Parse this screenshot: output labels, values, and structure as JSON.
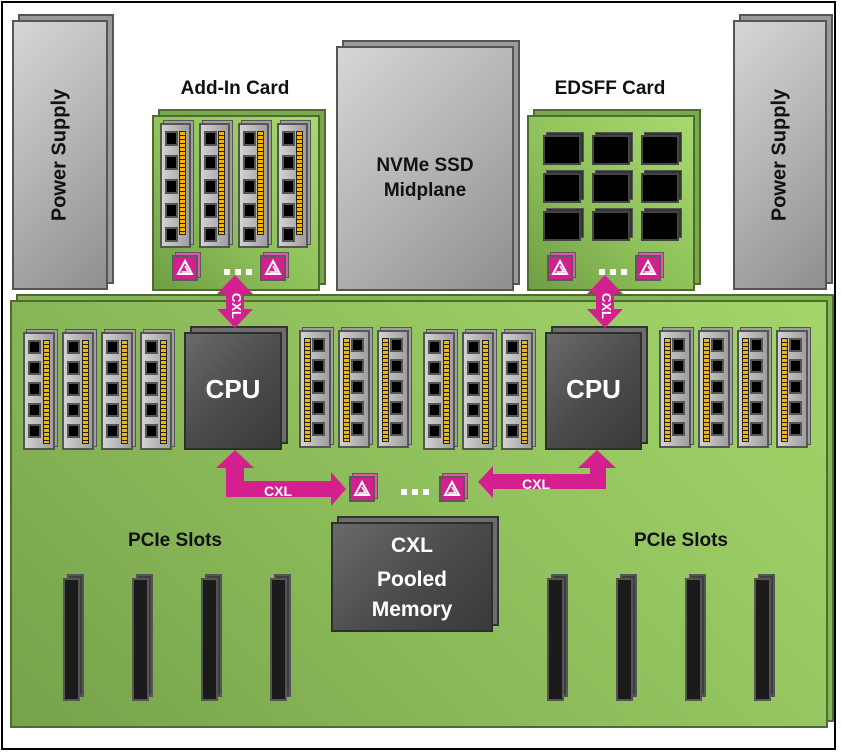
{
  "diagram": {
    "power_supply_left": "Power Supply",
    "power_supply_right": "Power Supply",
    "add_in_card": {
      "title": "Add-In Card",
      "modules": 4,
      "switches": 2
    },
    "nvme_midplane": {
      "line1": "NVMe SSD",
      "line2": "Midplane"
    },
    "edsff_card": {
      "title": "EDSFF Card",
      "blocks": 9,
      "switches": 2
    },
    "cpu_left": "CPU",
    "cpu_right": "CPU",
    "dimm_groups": [
      {
        "name": "left",
        "count": 4
      },
      {
        "name": "center-left",
        "count": 3
      },
      {
        "name": "center-right",
        "count": 3
      },
      {
        "name": "right",
        "count": 4
      }
    ],
    "links": {
      "cxl_addin": "CXL",
      "cxl_edsff": "CXL",
      "cxl_left": "CXL",
      "cxl_right": "CXL"
    },
    "pcie_left": {
      "label": "PCIe Slots",
      "count": 4
    },
    "pcie_right": {
      "label": "PCIe Slots",
      "count": 4
    },
    "pooled_memory": {
      "line1": "CXL",
      "line2": "Pooled",
      "line3": "Memory"
    },
    "colors": {
      "board_green": "#8fbf5c",
      "cxl_magenta": "#d4208f",
      "gold_contacts": "#f5b400",
      "cpu_gray": "#4a4a4a"
    }
  }
}
